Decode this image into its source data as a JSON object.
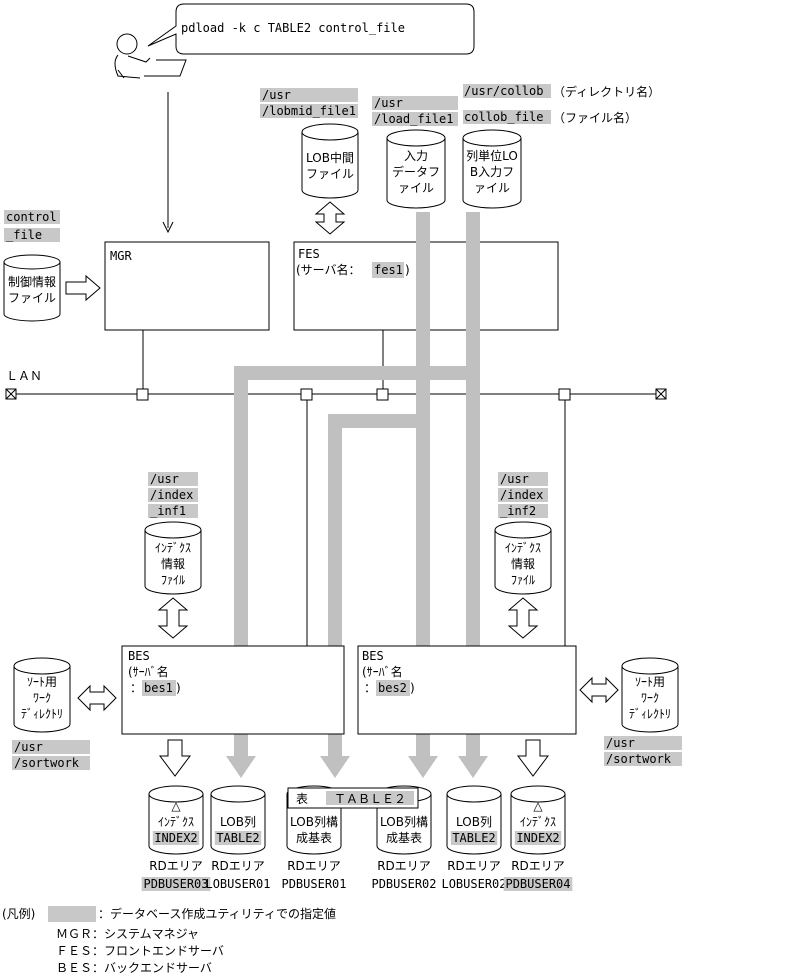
{
  "command": "pdload -k c TABLE2 control_file",
  "paths": {
    "usr": "/usr",
    "lobmid_file1": "/lobmid_file1",
    "load_file1": "/load_file1",
    "collob": "/usr/collob",
    "collob_note": "（ディレクトリ名）",
    "collob_file": "collob_file",
    "collob_file_note": "（ファイル名）",
    "control_line1": "control",
    "control_line2": "_file",
    "index": "/index",
    "inf1": "_inf1",
    "inf2": "_inf2",
    "sortwork": "/sortwork"
  },
  "files": {
    "lob_mid": [
      "LOB中間",
      "ファイル"
    ],
    "input_data": [
      "入力",
      "データフ",
      "ァイル"
    ],
    "col_lob": [
      "列単位LO",
      "B入力フ",
      "ァイル"
    ],
    "control": [
      "制御情報",
      "ファイル"
    ],
    "index_info": [
      "ｲﾝﾃﾞｸｽ",
      "情報",
      "ﾌｧｲﾙ"
    ],
    "sort_work": [
      "ｿｰﾄ用",
      "ﾜｰｸ",
      "ﾃﾞｨﾚｸﾄﾘ"
    ]
  },
  "servers": {
    "mgr": "MGR",
    "fes": "FES",
    "fes_name_label": "(サーバ名：",
    "fes_name": "fes1",
    "close_paren": ")",
    "bes": "BES",
    "bes_name_label": "(ｻｰﾊﾞ名",
    "colon": "：",
    "bes1": "bes1",
    "bes2": "bes2"
  },
  "lan": "ＬＡＮ",
  "table_label": "表",
  "table_name": "ＴＡＢＬＥ２",
  "rd_areas": [
    {
      "line1": "△",
      "line2": "ｲﾝﾃﾞｸｽ",
      "line3": "INDEX2",
      "area": "RDエリア",
      "name": "PDBUSER03"
    },
    {
      "line1": "",
      "line2": "LOB列",
      "line3": "TABLE2",
      "area": "RDエリア",
      "name": "LOBUSER01"
    },
    {
      "line1": "",
      "line2": "LOB列構",
      "line3": "成基表",
      "area": "RDエリア",
      "name": "PDBUSER01"
    },
    {
      "line1": "",
      "line2": "LOB列構",
      "line3": "成基表",
      "area": "RDエリア",
      "name": "PDBUSER02"
    },
    {
      "line1": "",
      "line2": "LOB列",
      "line3": "TABLE2",
      "area": "RDエリア",
      "name": "LOBUSER02"
    },
    {
      "line1": "△",
      "line2": "ｲﾝﾃﾞｸｽ",
      "line3": "INDEX2",
      "area": "RDエリア",
      "name": "PDBUSER04"
    }
  ],
  "legend": {
    "prefix": "(凡例)",
    "highlight_desc": "：データベース作成ユティリティでの指定値",
    "mgr": "ＭＧＲ：システムマネジャ",
    "fes": "ＦＥＳ：フロントエンドサーバ",
    "bes": "ＢＥＳ：バックエンドサーバ"
  }
}
